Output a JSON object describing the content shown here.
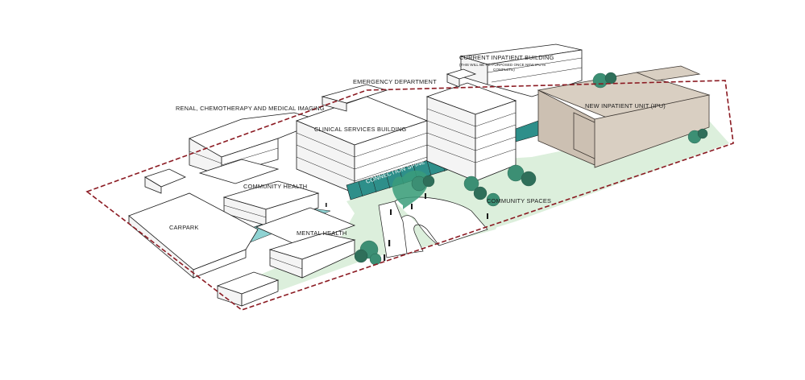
{
  "labels": {
    "current_inpatient": "CURRENT INPATIENT BUILDING",
    "current_inpatient_note_1": "(THIS WILL BE RE-PURPOSED ONCE NEW IPU IS",
    "current_inpatient_note_2": "COMPLETE)",
    "emergency": "EMERGENCY DEPARTMENT",
    "renal": "RENAL, CHEMOTHERAPY AND MEDICAL IMAGING",
    "clinical_services": "CLINICAL SERVICES BUILDING",
    "new_ipu": "NEW INPATIENT UNIT (IPU)",
    "connection_spine": "CONNECTION SPINE",
    "community_health": "COMMUNITY HEALTH",
    "community_spaces": "COMMUNITY SPACES",
    "carpark": "CARPARK",
    "mental_health": "MENTAL HEALTH"
  },
  "colors": {
    "boundary": "#8b1a22",
    "green_space": "#dcefdc",
    "ipu": "#d9cfc2",
    "trees": "#3c8f74",
    "connection_spine": "#2e8f8a",
    "water_feature": "#8fd3d3"
  }
}
